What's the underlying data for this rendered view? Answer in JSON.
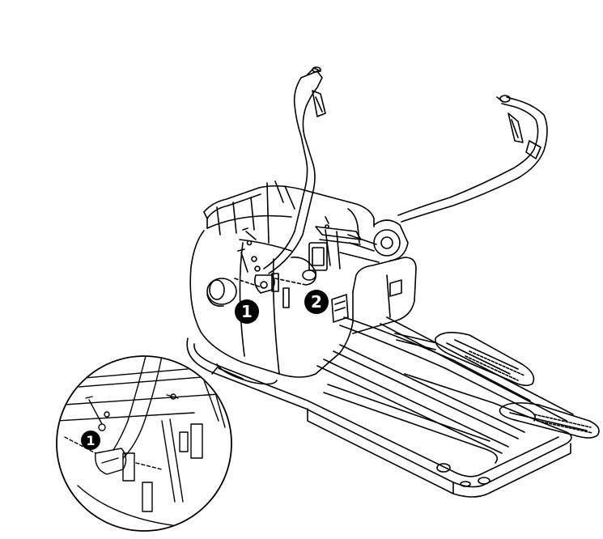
{
  "diagram": {
    "callouts": [
      {
        "label": "1"
      },
      {
        "label": "2"
      }
    ],
    "detail_callout": {
      "label": "1"
    }
  }
}
